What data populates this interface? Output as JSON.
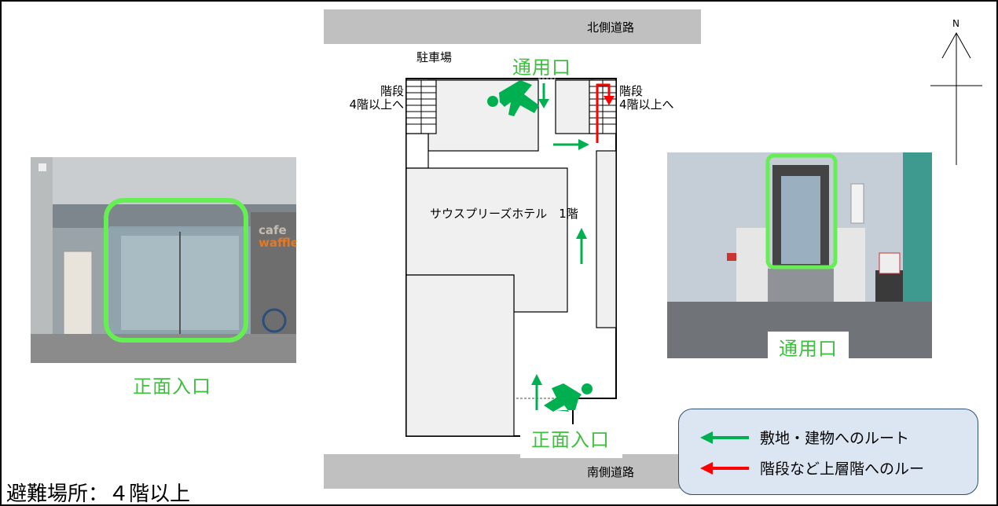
{
  "roads": {
    "north": "北側道路",
    "south": "南側道路"
  },
  "labels": {
    "parking": "駐車場",
    "stairs_left_1": "階段",
    "stairs_left_2": "4階以上へ",
    "stairs_right_1": "階段",
    "stairs_right_2": "4階以上へ",
    "hotel": "サウスプリーズホテル　1階",
    "service_entrance": "通用口",
    "main_entrance": "正面入口"
  },
  "compass": {
    "north": "N"
  },
  "photos": {
    "front": {
      "caption": "正面入口",
      "sign_line1": "cafe",
      "sign_line2": "waffle"
    },
    "service": {
      "caption": "通用口"
    }
  },
  "legend": {
    "items": [
      {
        "label": "敷地・建物へのルート",
        "color": "#00b050"
      },
      {
        "label": "階段など上層階へのルー",
        "color": "#ff0000"
      }
    ]
  },
  "evacuation": "避難場所：４階以上",
  "colors": {
    "route_green": "#00b050",
    "route_red": "#ff0000",
    "highlight": "#66ee55"
  }
}
